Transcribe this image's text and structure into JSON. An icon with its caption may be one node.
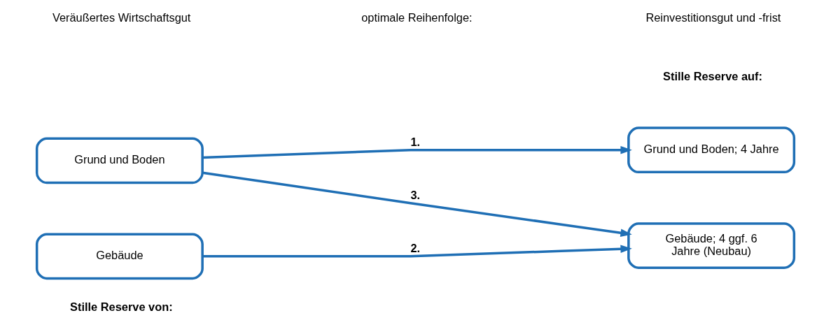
{
  "diagram": {
    "nodes": [
      {
        "text": [
          "Grund und Boden"
        ]
      },
      {
        "text": [
          "Gebäude"
        ]
      },
      {
        "text": [
          "Grund und Boden; 4 Jahre"
        ]
      },
      {
        "text": [
          "Gebäude; 4 ggf. 6 Jahre (Neubau)"
        ]
      }
    ],
    "edges": [
      {
        "from": 0,
        "to": 2,
        "arrow": "to",
        "label": "1."
      },
      {
        "from": 0,
        "to": 3,
        "arrow": "to",
        "label": "3."
      },
      {
        "from": 1,
        "to": 3,
        "arrow": "to",
        "label": "2."
      }
    ],
    "labels": [
      "Veräußertes Wirtschaftsgut",
      "Reinvestitionsgut und -frist",
      "Stille Reserve von:",
      "Stille Reserve auf:",
      "optimale Reihenfolge:"
    ]
  }
}
